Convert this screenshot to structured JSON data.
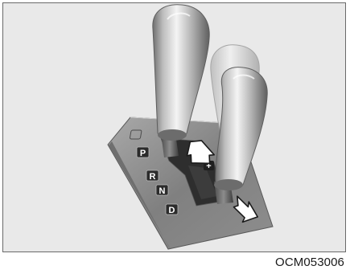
{
  "figure": {
    "code": "OCM053006",
    "gate_positions": [
      "P",
      "R",
      "N",
      "D"
    ],
    "manual_gate_sign": "+",
    "arrows": [
      "shift-forward-arrow",
      "shift-backward-arrow"
    ]
  },
  "colors": {
    "background": "#e9e9e9",
    "frame_border": "#6a6a6a",
    "console": "#7c7c7c",
    "knob_light": "#f2f2f2",
    "knob_dark": "#6e6e6e",
    "gate_key": "#2b2b2b"
  }
}
